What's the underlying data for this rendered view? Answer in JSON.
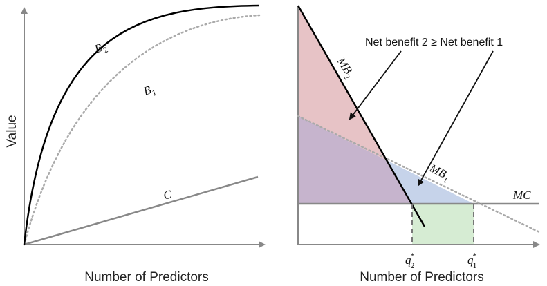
{
  "left_panel": {
    "y_axis_label": "Value",
    "x_axis_label": "Number of Predictors",
    "curves": [
      {
        "id": "b2",
        "base": "B",
        "sub": "2",
        "style": "solid-black"
      },
      {
        "id": "b1",
        "base": "B",
        "sub": "1",
        "style": "dotted-gray"
      },
      {
        "id": "c",
        "base": "C",
        "sub": "",
        "style": "solid-gray"
      }
    ]
  },
  "right_panel": {
    "x_axis_label": "Number of Predictors",
    "annotation": "Net benefit 2 ≥ Net benefit 1",
    "curves": [
      {
        "id": "mb2",
        "base": "MB",
        "sub": "2",
        "style": "solid-black"
      },
      {
        "id": "mb1",
        "base": "MB",
        "sub": "1",
        "style": "dotted-gray"
      },
      {
        "id": "mc",
        "base": "MC",
        "sub": "",
        "style": "solid-gray"
      }
    ],
    "ticks": [
      {
        "id": "q2",
        "base": "q",
        "sub": "2",
        "sup": "*"
      },
      {
        "id": "q1",
        "base": "q",
        "sub": "1",
        "sup": "*"
      }
    ],
    "colors": {
      "net_benefit_2": "#e7c3c6",
      "net_benefit_1": "#c6d3ea",
      "overlap": "#c6b4cd",
      "gain_region": "#d6ecd3"
    }
  }
}
